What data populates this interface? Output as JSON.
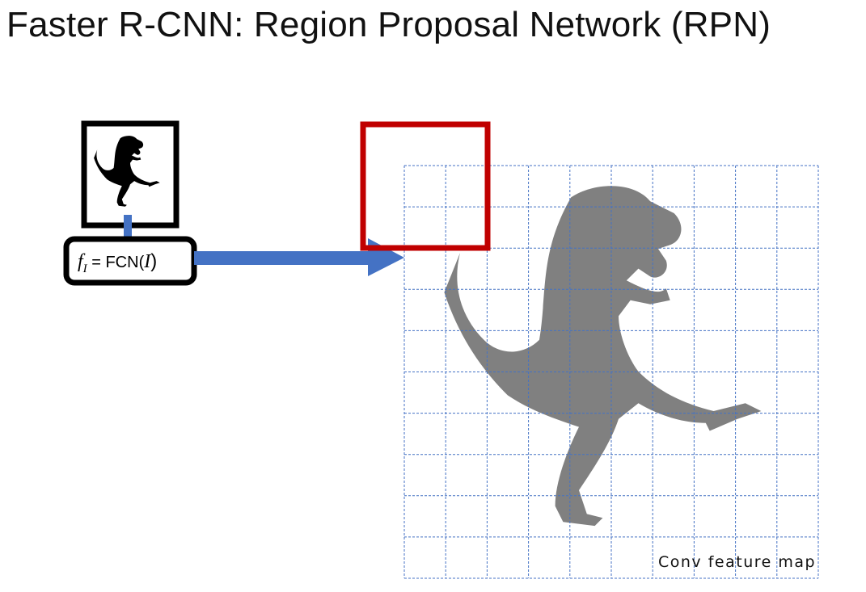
{
  "title": "Faster R-CNN: Region Proposal Network (RPN)",
  "fcn_box": {
    "f_symbol": "f",
    "f_subscript": "I",
    "equals_fcn": " = FCN(",
    "arg": "I",
    "close": ")"
  },
  "feature_map": {
    "label": "Conv feature map",
    "rows": 10,
    "cols": 10
  },
  "colors": {
    "arrow": "#4472c4",
    "grid": "#4472c4",
    "anchor_box": "#c00000",
    "dino_small": "#000000",
    "dino_large": "#808080"
  }
}
